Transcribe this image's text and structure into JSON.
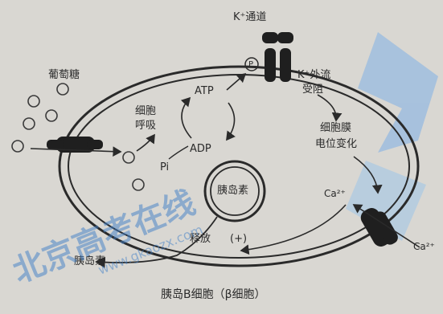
{
  "labels": {
    "glucose": "葡萄糖",
    "k_channel": "K⁺通道",
    "k_outflow_line1": "K⁺外流",
    "k_outflow_line2": "受阻",
    "cell_resp_line1": "细胞",
    "cell_resp_line2": "呼吸",
    "atp": "ATP",
    "adp": "ADP",
    "pi": "Pi",
    "phosphate": "P",
    "membrane_line1": "细胞膜",
    "membrane_line2": "电位变化",
    "ca_in": "Ca²⁺",
    "ca_out": "Ca²⁺",
    "insulin_vesicle": "胰岛素",
    "release": "释放",
    "promote": "(+)",
    "insulin_out": "胰岛素",
    "caption": "胰岛B细胞（β细胞）",
    "watermark": "北京高考在线",
    "watermark_url": "www.gkaozx.com"
  },
  "colors": {
    "line": "#2a2a2a",
    "channel": "#1f1f1f",
    "watermark": "#3f7fc8"
  }
}
